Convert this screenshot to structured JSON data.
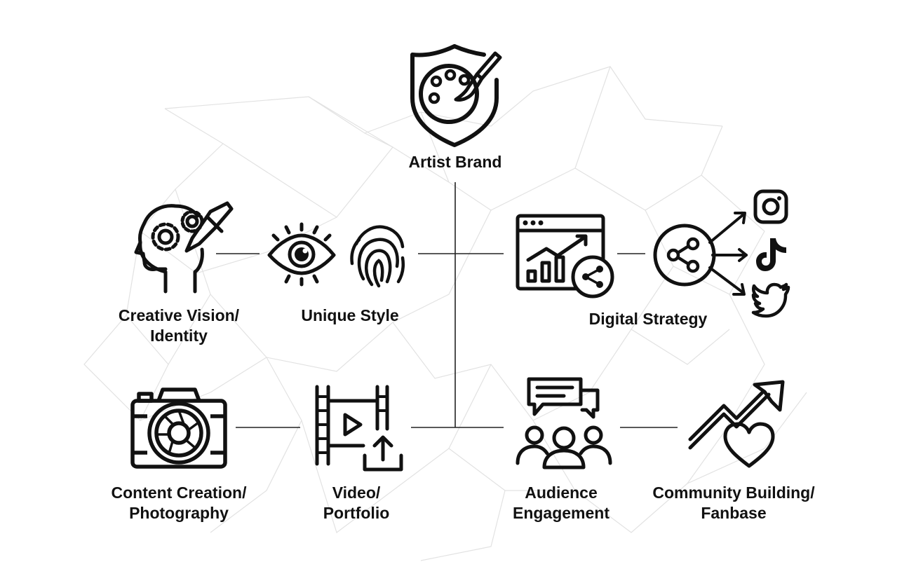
{
  "diagram": {
    "root": {
      "label": "Artist Brand",
      "icon": "palette-shield-icon"
    },
    "nodes": [
      {
        "id": "creative-vision",
        "line1": "Creative Vision/",
        "line2": "Identity",
        "icon": "head-gears-pencil-icon"
      },
      {
        "id": "unique-style",
        "line1": "Unique Style",
        "line2": "",
        "icon": "eye-fingerprint-icon"
      },
      {
        "id": "digital-strategy",
        "line1": "Digital Strategy",
        "line2": "",
        "icon": "analytics-share-icon",
        "social_icons": [
          "instagram-icon",
          "tiktok-icon",
          "twitter-icon"
        ]
      },
      {
        "id": "content-creation",
        "line1": "Content Creation/",
        "line2": "Photography",
        "icon": "camera-icon"
      },
      {
        "id": "video-portfolio",
        "line1": "Video/",
        "line2": "Portfolio",
        "icon": "film-upload-icon"
      },
      {
        "id": "audience-engagement",
        "line1": "Audience",
        "line2": "Engagement",
        "icon": "people-chat-icon"
      },
      {
        "id": "community-building",
        "line1": "Community Building/",
        "line2": "Fanbase",
        "icon": "growth-heart-icon"
      }
    ],
    "colors": {
      "ink": "#111111",
      "connector": "#222222",
      "background_mesh": "#e2e2e2"
    }
  }
}
